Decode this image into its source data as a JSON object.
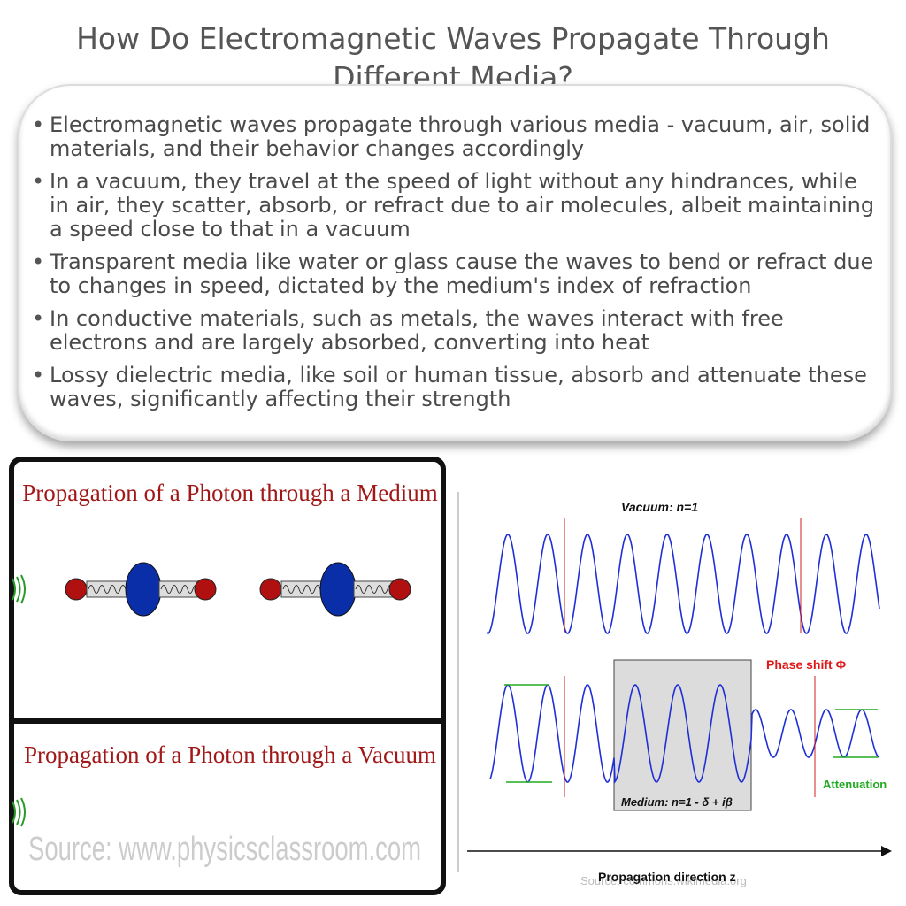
{
  "title": "How Do Electromagnetic Waves Propagate Through Different Media?",
  "bullets": [
    "Electromagnetic waves propagate through various media - vacuum, air, solid materials, and their behavior changes accordingly",
    "In a vacuum, they travel at the speed of light without any hindrances, while in air, they scatter, absorb, or refract due to air molecules, albeit maintaining a speed close to that in a vacuum",
    "Transparent media like water or glass cause the waves to bend or refract due to changes in speed, dictated by the medium's index of refraction",
    "In conductive materials, such as metals, the waves interact with free electrons and are largely absorbed, converting into heat",
    "Lossy dielectric media, like soil or human tissue, absorb and attenuate these waves, significantly affecting their strength"
  ],
  "left_figure": {
    "medium_title": "Propagation of a Photon through a Medium",
    "vacuum_title": "Propagation of a Photon through a Vacuum",
    "source": "Source: www.physicsclassroom.com",
    "colors": {
      "title": "#a01818",
      "atom_big": "#0a2ea8",
      "atom_small": "#b01010"
    }
  },
  "right_figure": {
    "vacuum_label": "Vacuum: n=1",
    "phase_label": "Phase shift Φ",
    "medium_label": "Medium: n=1 - δ + iβ",
    "attenuation_label": "Attenuation",
    "direction_label": "Propagation direction z",
    "source": "Source: commons.wikimedia.org",
    "colors": {
      "wave": "#1f2fd6",
      "marker": "#cc2222",
      "phase": "#e01818",
      "attenuation": "#22aa22",
      "medium_box": "#dcdcdc"
    }
  }
}
